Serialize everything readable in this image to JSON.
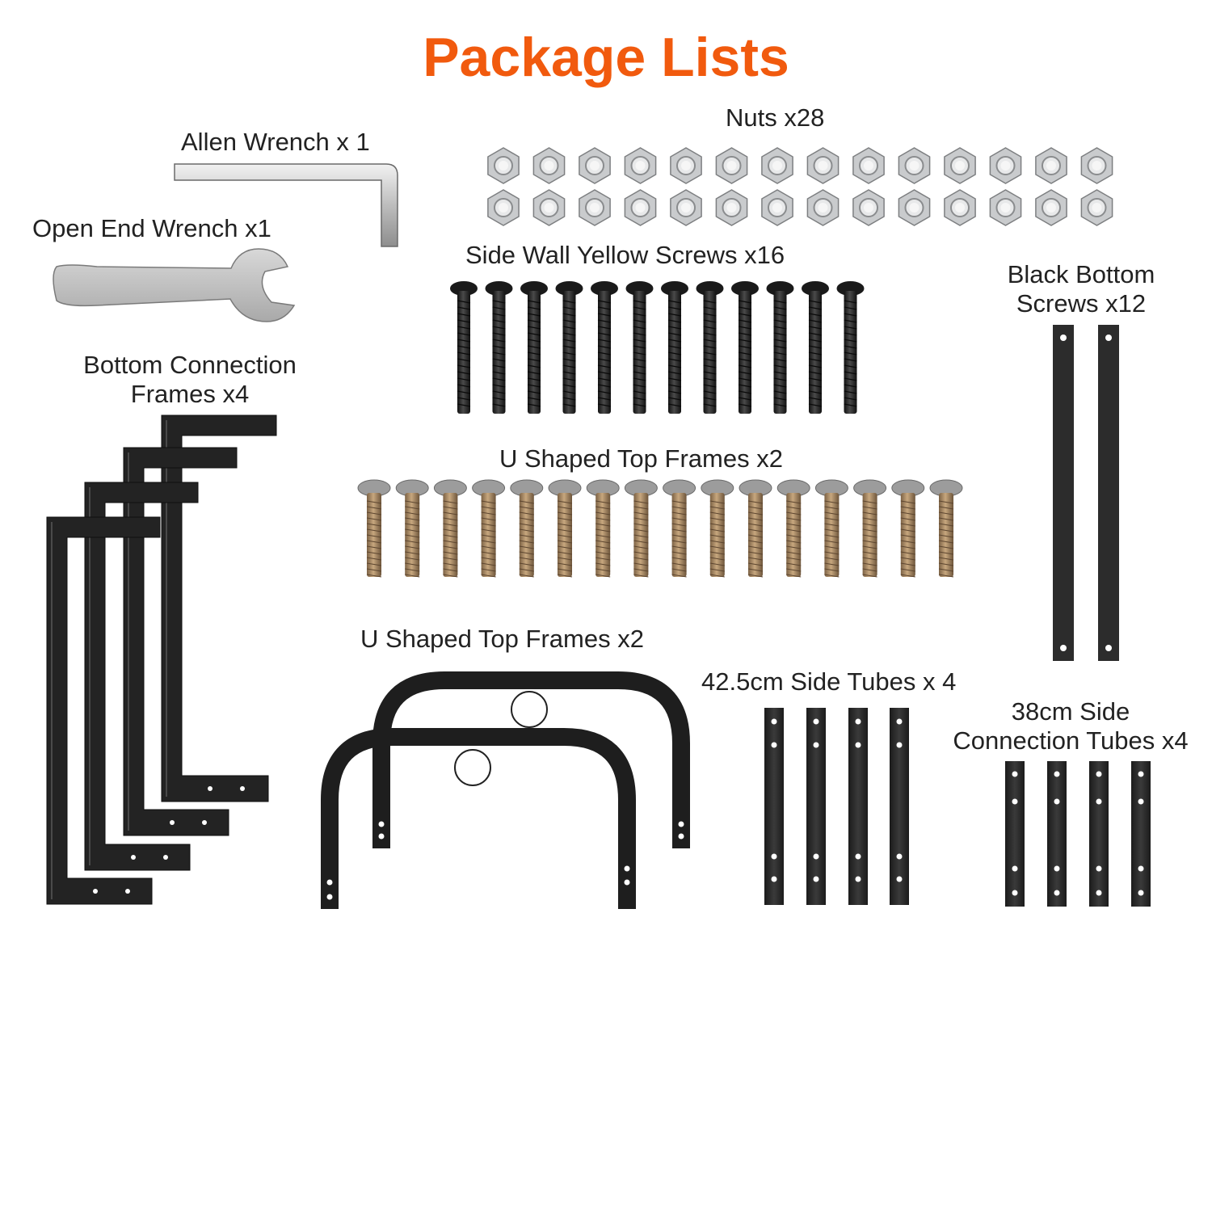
{
  "title": "Package Lists",
  "labels": {
    "allen_wrench": "Allen Wrench x 1",
    "open_end_wrench": "Open End Wrench x1",
    "nuts": "Nuts x28",
    "side_wall_screws": "Side Wall Yellow Screws x16",
    "black_bottom_screws_line1": "Black Bottom",
    "black_bottom_screws_line2": "Screws x12",
    "bottom_frames_line1": "Bottom Connection",
    "bottom_frames_line2": "Frames x4",
    "u_top_frames_1": "U Shaped Top Frames x2",
    "u_top_frames_2": "U Shaped Top Frames x2",
    "side_tubes": "42.5cm Side Tubes x 4",
    "side_conn_tubes_line1": "38cm Side",
    "side_conn_tubes_line2": "Connection Tubes x4"
  },
  "counts": {
    "nuts": 28,
    "black_screws_shown": 12,
    "yellow_screws_shown": 16,
    "bottom_frames": 4,
    "flat_bars": 2,
    "u_frames": 2,
    "side_tubes": 4,
    "side_conn_tubes": 4
  },
  "colors": {
    "title": "#f15a0e",
    "metal_dark": "#2b2b2b",
    "nut": "#c9cbcd",
    "brass": "#a88a63"
  }
}
